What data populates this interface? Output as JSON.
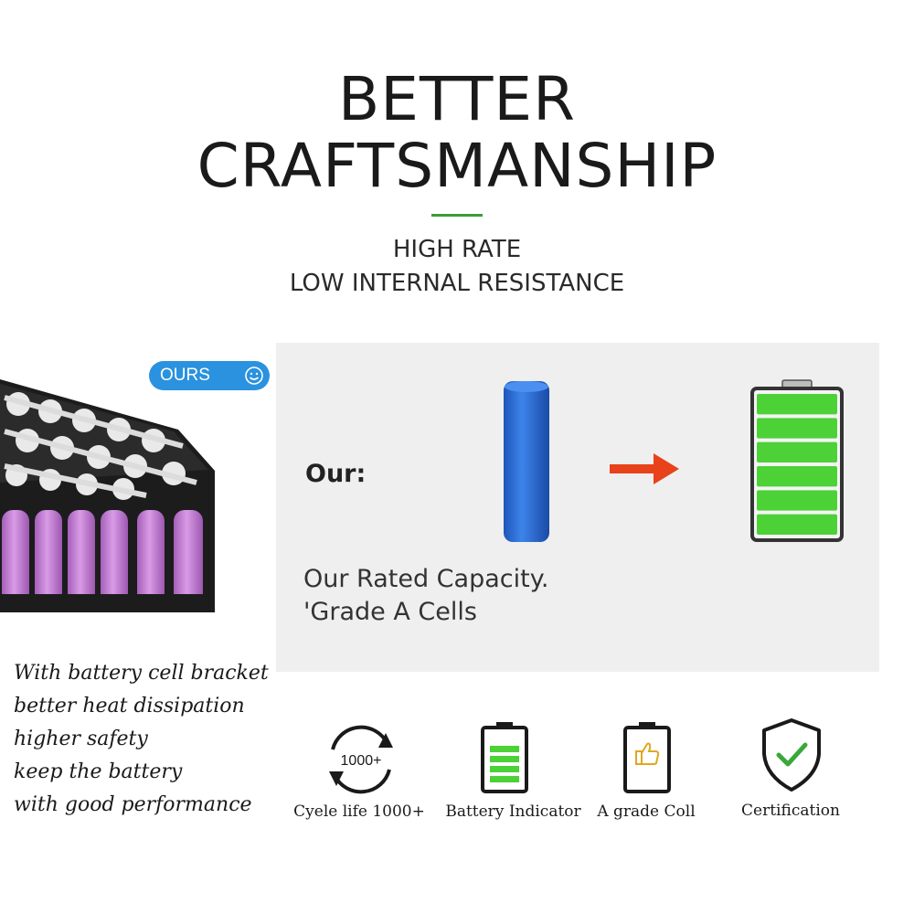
{
  "title": {
    "line1": "BETTER",
    "line2": "CRAFTSMANSHIP"
  },
  "subtitle": {
    "line1": "HIGH RATE",
    "line2": "LOW INTERNAL RESISTANCE"
  },
  "badge": {
    "label": "OURS",
    "icon": "smiley-icon"
  },
  "comparison": {
    "label": "Our:",
    "caption_line1": "Our Rated Capacity.",
    "caption_line2": "'Grade A Cells",
    "battery_level": 1.0
  },
  "features": [
    "With battery cell bracket",
    "better heat dissipation",
    "higher safety",
    "keep the battery",
    "with good performance"
  ],
  "icons": [
    {
      "name": "cycle-icon",
      "badge_text": "1000+",
      "label": "Cyele life 1000+"
    },
    {
      "name": "battery-indicator-icon",
      "label": "Battery Indicator"
    },
    {
      "name": "thumbs-up-battery-icon",
      "label": "A grade Coll"
    },
    {
      "name": "shield-check-icon",
      "label": "Certification"
    }
  ],
  "colors": {
    "accent_green": "#3a9d3a",
    "badge_blue": "#2a92df",
    "cell_pink": "#c986d6",
    "cell_blue": "#2a6fd6",
    "arrow_red": "#e8421a",
    "battery_green": "#4cd137"
  }
}
